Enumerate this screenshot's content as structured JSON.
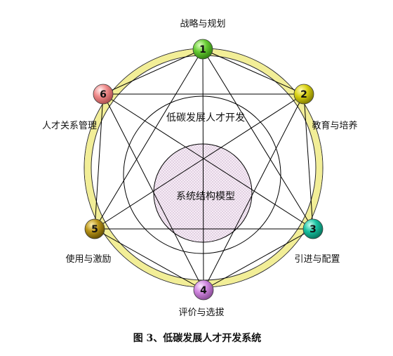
{
  "diagram": {
    "inner_core_label": "系统结构模型",
    "middle_ring_label": "低碳发展人才开发",
    "caption": "图 3、低碳发展人才开发系统",
    "nodes": [
      {
        "number": "1",
        "label": "战略与规划",
        "color": "#66cc33"
      },
      {
        "number": "2",
        "label": "教育与培养",
        "color": "#d8d011"
      },
      {
        "number": "3",
        "label": "引进与配置",
        "color": "#17c1a0"
      },
      {
        "number": "4",
        "label": "评价与选拔",
        "color": "#cf85de"
      },
      {
        "number": "5",
        "label": "使用与激励",
        "color": "#b99418"
      },
      {
        "number": "6",
        "label": "人才关系管理",
        "color": "#f08a8a"
      }
    ],
    "colors": {
      "outer_ring": "#f2ee97",
      "core_dots": "#c8a8c8",
      "lines": "#000000"
    }
  }
}
